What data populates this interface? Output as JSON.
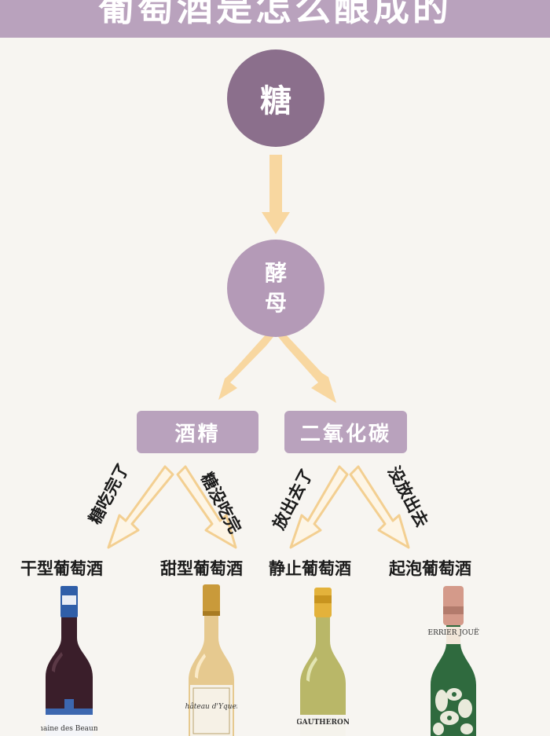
{
  "banner": {
    "title": "葡萄酒是怎么酿成的"
  },
  "nodes": {
    "sugar": "糖",
    "yeast_line1": "酵",
    "yeast_line2": "母",
    "alcohol": "酒精",
    "co2": "二氧化碳"
  },
  "branches": {
    "sugar_done": "糖吃完了",
    "sugar_left": "糖没吃完",
    "released": "放出去了",
    "not_released": "没放出去"
  },
  "wine_types": {
    "dry": "干型葡萄酒",
    "sweet": "甜型葡萄酒",
    "still": "静止葡萄酒",
    "sparkling": "起泡葡萄酒"
  },
  "bottle_labels": {
    "dry": "Domaine des Beaumont",
    "sweet": "Château d'Yquem",
    "still": "GAUTHERON",
    "sparkling": "PERRIER JOUËT"
  },
  "colors": {
    "banner": "#b9a2bd",
    "sugar_circle": "#8b6f8c",
    "yeast_circle": "#b49ab7",
    "arrow_fill": "#f8d7a0"
  }
}
